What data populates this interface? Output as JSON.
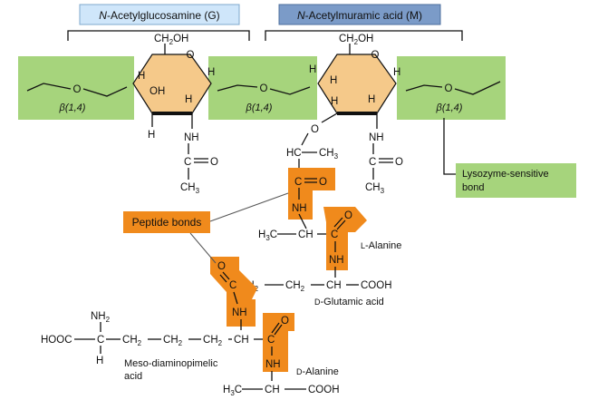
{
  "sugar_g": {
    "title_prefix": "N",
    "title_rest": "-Acetylglucosamine  (G)",
    "box_color": "#cfe6fa"
  },
  "sugar_m": {
    "title_prefix": "N",
    "title_rest": "-Acetylmuramic acid  (M)",
    "box_color": "#7b9bc8"
  },
  "links": {
    "beta_left": "β(1,4)",
    "beta_mid": "β(1,4)",
    "beta_right": "β(1,4)",
    "link_color": "#a6d47c"
  },
  "colors": {
    "ring_fill": "#f5c98a",
    "peptide_fill": "#f08a1c"
  },
  "atoms": {
    "ch2oh": "CH",
    "two": "2",
    "oh": "OH",
    "o": "O",
    "h": "H",
    "nh": "NH",
    "c": "C",
    "ch3_c": "CH",
    "three": "3",
    "eq": "="
  },
  "lysozyme": {
    "line1": "Lysozyme-sensitive",
    "line2": "bond"
  },
  "peptide_bonds_label": "Peptide bonds",
  "amino_acids": {
    "l_alanine_prefix": "L",
    "l_alanine_rest": "-Alanine",
    "d_glutamic_prefix": "D",
    "d_glutamic_rest": "-Glutamic acid",
    "d_alanine_prefix": "D",
    "d_alanine_rest": "-Alanine",
    "meso_line1": "Meso-diaminopimelic",
    "meso_line2": "acid"
  },
  "groups": {
    "cooh": "COOH",
    "hooc": "HOOC",
    "nh2": "NH",
    "h3c": "H",
    "hc": "HC"
  }
}
